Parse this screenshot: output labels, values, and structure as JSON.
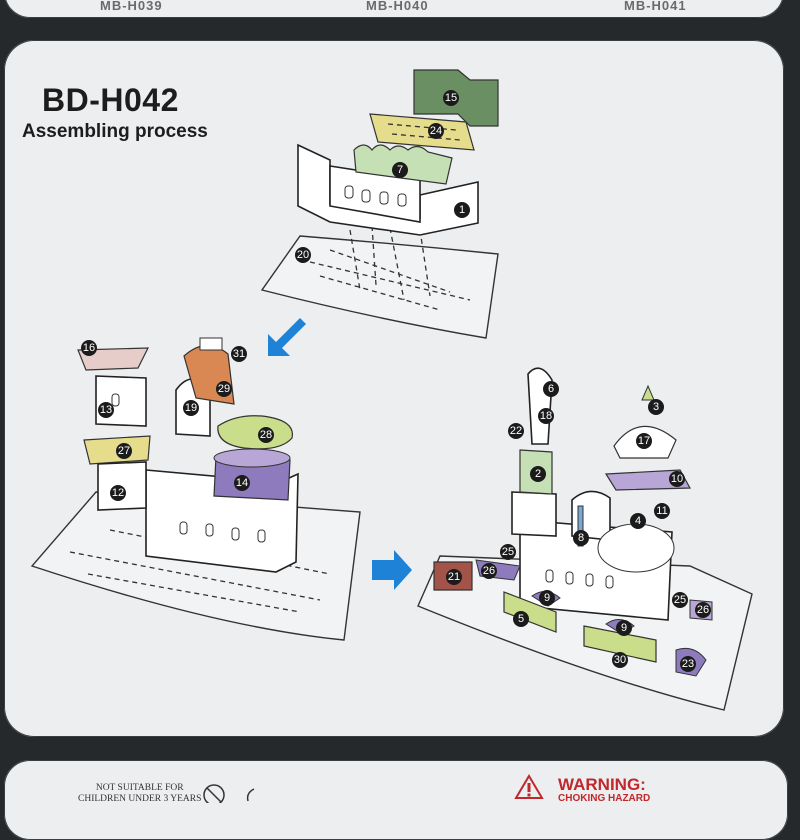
{
  "top_strip": {
    "labels": [
      "MB-H039",
      "MB-H040",
      "MB-H041"
    ]
  },
  "main": {
    "model_code": "BD-H042",
    "subtitle": "Assembling process",
    "colors": {
      "card": "#eceef0",
      "arrow": "#1e82d6",
      "dark_green": "#6a8f62",
      "yellow": "#e5dc8c",
      "light_green": "#c5e0b4",
      "pink": "#e7cdc9",
      "orange": "#d98853",
      "lime": "#c9dd8a",
      "purple": "#8d7bbd",
      "lavender": "#b7a6d6",
      "brown": "#a45348",
      "number_badge": "#1b1b1b"
    },
    "steps": [
      {
        "name": "step-1",
        "parts": [
          "15",
          "24",
          "7",
          "1",
          "20"
        ]
      },
      {
        "name": "step-2",
        "parts": [
          "16",
          "31",
          "13",
          "29",
          "19",
          "28",
          "27",
          "14",
          "12"
        ]
      },
      {
        "name": "step-3",
        "parts": [
          "6",
          "3",
          "18",
          "22",
          "17",
          "2",
          "10",
          "11",
          "4",
          "8",
          "25",
          "26",
          "21",
          "9",
          "5",
          "9",
          "30",
          "25",
          "26",
          "23"
        ]
      }
    ]
  },
  "bottom": {
    "not_suitable": "NOT SUITABLE FOR",
    "not_suitable_line2": "CHILDREN UNDER 3 YEARS",
    "warning_title": "WARNING:",
    "warning_sub": "CHOKING HAZARD"
  }
}
